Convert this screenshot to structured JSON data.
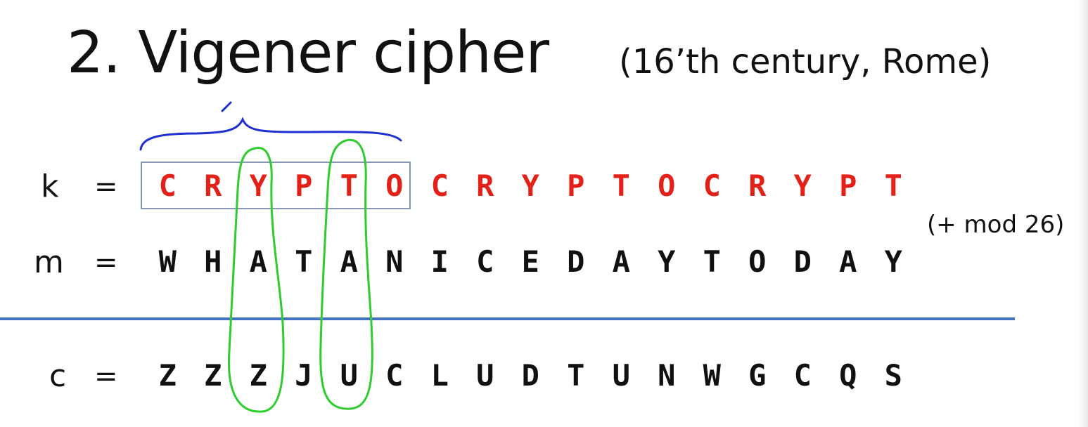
{
  "title": "2.  Vigener cipher",
  "subtitle": "(16’th century,  Rome)",
  "rows": {
    "key_label": "k",
    "msg_label": "m",
    "ct_label": "c",
    "equals": "="
  },
  "key_letters": [
    "C",
    "R",
    "Y",
    "P",
    "T",
    "O",
    "C",
    "R",
    "Y",
    "P",
    "T",
    "O",
    "C",
    "R",
    "Y",
    "P",
    "T"
  ],
  "message_letters": [
    "W",
    "H",
    "A",
    "T",
    "A",
    "N",
    "I",
    "C",
    "E",
    "D",
    "A",
    "Y",
    "T",
    "O",
    "D",
    "A",
    "Y"
  ],
  "cipher_letters": [
    "Z",
    "Z",
    "Z",
    "J",
    "U",
    "C",
    "L",
    "U",
    "D",
    "T",
    "U",
    "N",
    "W",
    "G",
    "C",
    "Q",
    "S"
  ],
  "mod_note": "(+ mod 26)",
  "colors": {
    "key_text": "#e32119",
    "divider": "#4472c4",
    "brace": "#1f2fd0",
    "highlight": "#2ecc2e",
    "key_box_border": "#8a96b8"
  }
}
